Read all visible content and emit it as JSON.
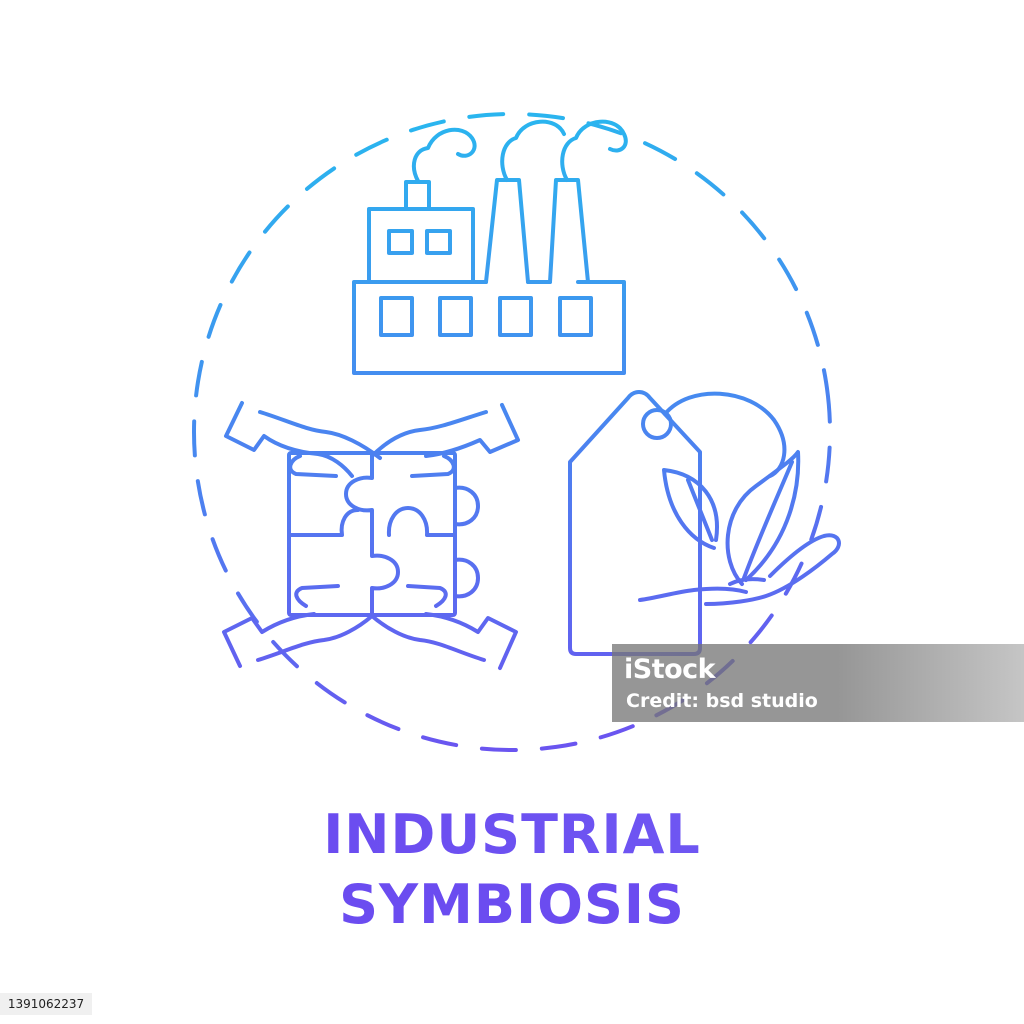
{
  "title": {
    "line1": "INDUSTRIAL",
    "line2": "SYMBIOSIS"
  },
  "watermark": {
    "logo": "iStock",
    "credit": "Credit: bsd studio"
  },
  "image_id": "1391062237",
  "colors": {
    "gradient_top": "#2ab4ef",
    "gradient_bottom": "#6b55f0",
    "title": "#6b4cf0",
    "background": "#ffffff"
  },
  "icons": [
    "factory-icon",
    "puzzle-hands-icon",
    "eco-tag-leaf-hand-icon",
    "dashed-circle"
  ]
}
